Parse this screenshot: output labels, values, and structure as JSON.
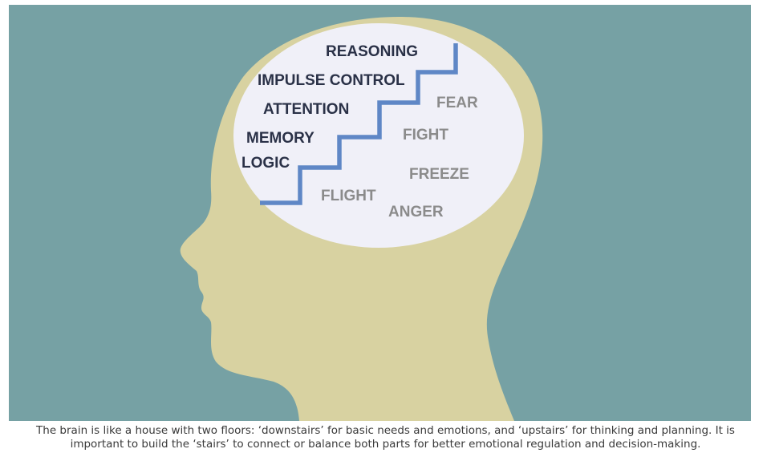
{
  "diagram": {
    "upstairs_labels": [
      "REASONING",
      "IMPULSE CONTROL",
      "ATTENTION",
      "MEMORY",
      "LOGIC"
    ],
    "downstairs_labels": [
      "FEAR",
      "FIGHT",
      "FREEZE",
      "FLIGHT",
      "ANGER"
    ],
    "colors": {
      "background": "#76a1a4",
      "head": "#d8d2a1",
      "brain": "#f0f0f8",
      "stairs": "#5f87c6",
      "upstairs_text": "#2a3147",
      "downstairs_text": "#8b8b8b"
    }
  },
  "caption": {
    "line1": "The brain is like a house with two floors: ‘downstairs’ for basic needs and emotions, and ‘upstairs’ for thinking and planning. It is",
    "line2": "important to build the ‘stairs’ to connect or balance both parts for better emotional regulation and decision-making."
  }
}
